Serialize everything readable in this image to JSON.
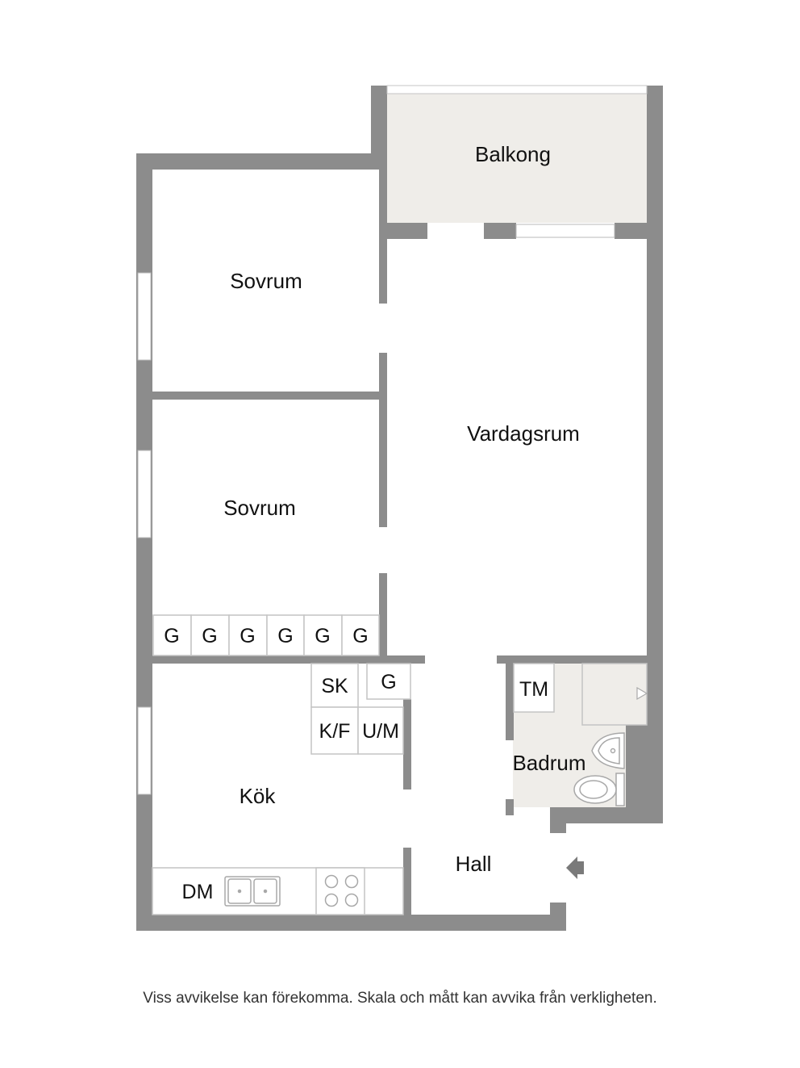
{
  "rooms": {
    "balcony": "Balkong",
    "bedroom_1": "Sovrum",
    "bedroom_2": "Sovrum",
    "living_room": "Vardagsrum",
    "kitchen": "Kök",
    "bathroom": "Badrum",
    "hall": "Hall"
  },
  "fixtures": {
    "wardrobe": [
      "G",
      "G",
      "G",
      "G",
      "G",
      "G"
    ],
    "pantry": "SK",
    "small_wardrobe": "G",
    "fridge_freezer": "K/F",
    "oven_microwave": "U/M",
    "washing_machine": "TM",
    "dishwasher": "DM"
  },
  "disclaimer": "Viss avvikelse kan förekomma. Skala och mått kan avvika från verkligheten.",
  "colors": {
    "wall": "#8c8c8c",
    "floor": "#ffffff",
    "balcony_floor": "#efede9",
    "bathroom_floor": "#efede9",
    "fixture_line": "#c4c4c4"
  }
}
